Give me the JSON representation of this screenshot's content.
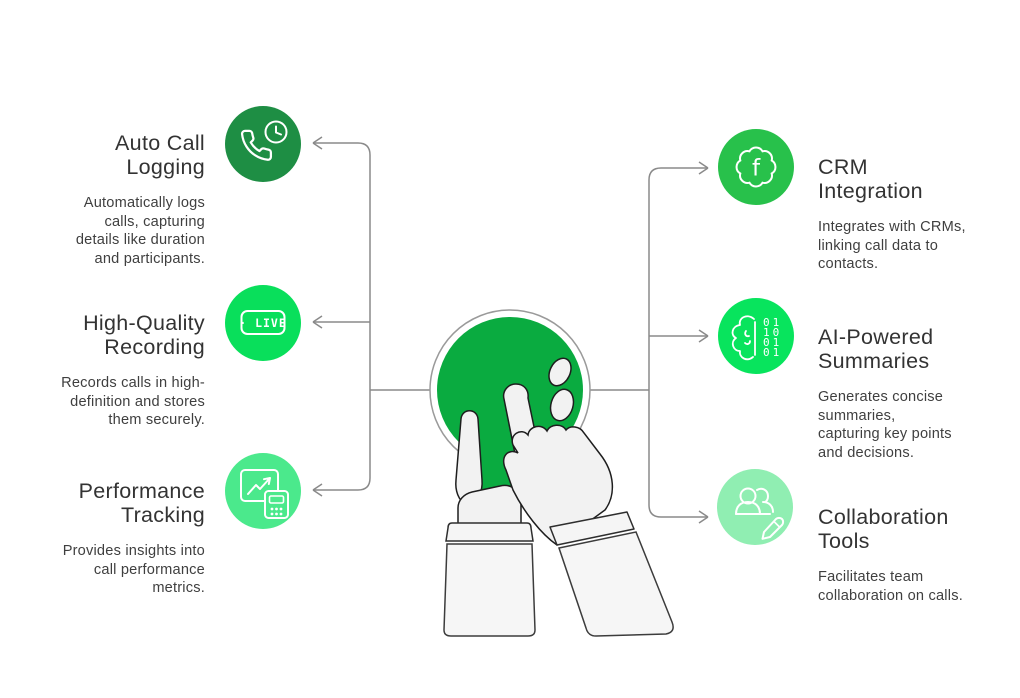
{
  "left_features": [
    {
      "title": "Auto Call\nLogging",
      "description": "Automatically logs\ncalls, capturing\ndetails like duration\nand participants.",
      "icon": "phone-clock-icon",
      "color": "#1e8e44"
    },
    {
      "title": "High-Quality\nRecording",
      "description": "Records calls in high-\ndefinition and stores\nthem securely.",
      "icon": "live-badge-icon",
      "color": "#09df5b"
    },
    {
      "title": "Performance\nTracking",
      "description": "Provides insights into\ncall performance\nmetrics.",
      "icon": "chart-calculator-icon",
      "color": "#4be98c"
    }
  ],
  "right_features": [
    {
      "title": "CRM\nIntegration",
      "description": "Integrates with CRMs,\nlinking call data to\ncontacts.",
      "icon": "gear-f-icon",
      "color": "#28c14b"
    },
    {
      "title": "AI-Powered\nSummaries",
      "description": "Generates concise\nsummaries,\ncapturing key points\nand decisions.",
      "icon": "brain-binary-icon",
      "color": "#08e45d"
    },
    {
      "title": "Collaboration\nTools",
      "description": "Facilitates team\ncollaboration on calls.",
      "icon": "people-pencil-icon",
      "color": "#90eeb2"
    }
  ],
  "icon_texts": {
    "live_label": "· LIVE",
    "gear_letter": "f",
    "binary_rows": [
      "01",
      "10",
      "01",
      "01"
    ]
  },
  "center_illustration": "hands-pressing-green-button-illustration",
  "colors": {
    "connector_gray": "#8a8a8a",
    "center_green": "#0aab40",
    "title_text": "#333333",
    "body_text": "#3f3f3f",
    "hand_fill": "#f2f2f2"
  }
}
